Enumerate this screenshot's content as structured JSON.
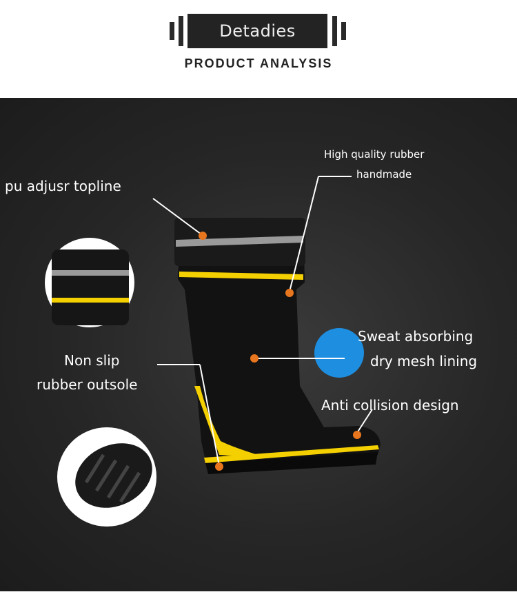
{
  "header": {
    "title": "Detadies",
    "subtitle": "PRODUCT ANALYSIS"
  },
  "features": {
    "topline": "pu adjusr topline",
    "rubber_line1": "High quality rubber",
    "rubber_line2": "handmade",
    "mesh_line1": "Sweat absorbing",
    "mesh_line2": "dry mesh lining",
    "nonslip_line1": "Non slip",
    "nonslip_line2": "rubber outsole",
    "anticollision": "Anti collision design"
  },
  "colors": {
    "accent": "#f5d000",
    "dot": "#e8761e",
    "mesh": "#1e8ee0"
  }
}
